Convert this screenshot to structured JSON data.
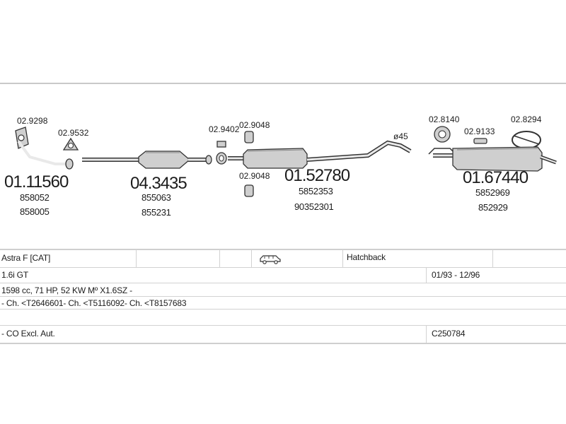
{
  "parts": {
    "front_pipe": {
      "number": "01.11560",
      "refs": [
        "858052",
        "858005"
      ]
    },
    "catalyst": {
      "number": "04.3435",
      "refs": [
        "855063",
        "855231"
      ]
    },
    "middle_silencer": {
      "number": "01.52780",
      "refs": [
        "5852353",
        "90352301"
      ]
    },
    "rear_silencer": {
      "number": "01.67440",
      "refs": [
        "5852969",
        "852929"
      ]
    }
  },
  "accessories": {
    "a1": "02.9298",
    "a2": "02.9532",
    "a3": "02.9402",
    "a4": "02.9048",
    "a5": "02.9048",
    "a6": "02.8140",
    "a7": "02.9133",
    "a8": "02.8294"
  },
  "diameter_label": "ø45",
  "vehicle": {
    "model": "Astra F  [CAT]",
    "body": "Hatchback",
    "engine": "1.6i GT",
    "dates": "01/93 - 12/96",
    "spec": "1598 cc, 71 HP, 52 KW Mº X1.6SZ -",
    "chassis": "- Ch. <T2646601- Ch. <T5116092- Ch. <T8157683",
    "note": "- CO Excl. Aut.",
    "code": "C250784"
  },
  "icons": [
    "car-icon"
  ]
}
